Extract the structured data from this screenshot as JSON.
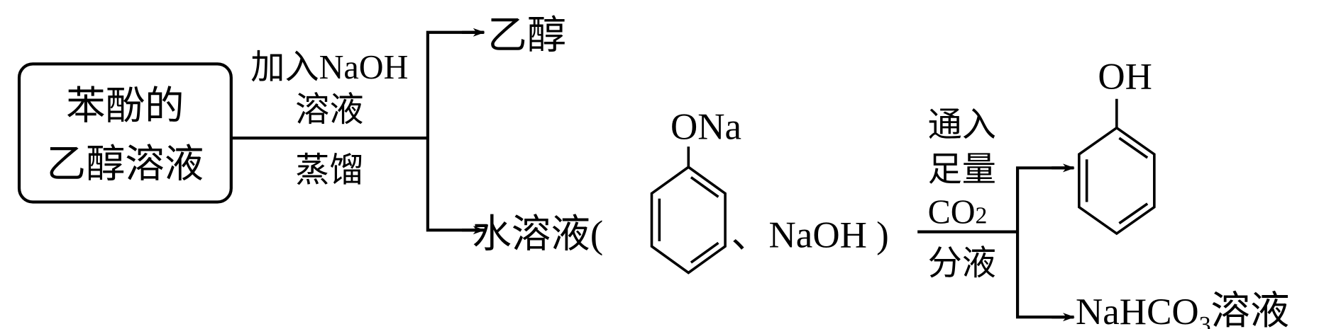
{
  "start_box": {
    "line1": "苯酚的",
    "line2": "乙醇溶液"
  },
  "step1": {
    "above_line1": "加入NaOH",
    "above_line2": "溶液",
    "below": "蒸馏"
  },
  "product_top": "乙醇",
  "aqueous": {
    "prefix": "水溶液(",
    "ring_substituent": "ONa",
    "suffix": "、NaOH )"
  },
  "step2": {
    "above_line1": "通入",
    "above_line2": "足量",
    "reagent": "CO",
    "reagent_sub": "2",
    "below": "分液"
  },
  "product_phenol": {
    "substituent": "OH"
  },
  "product_bottom": {
    "formula": "NaHCO",
    "sub": "3",
    "suffix": "溶液"
  }
}
